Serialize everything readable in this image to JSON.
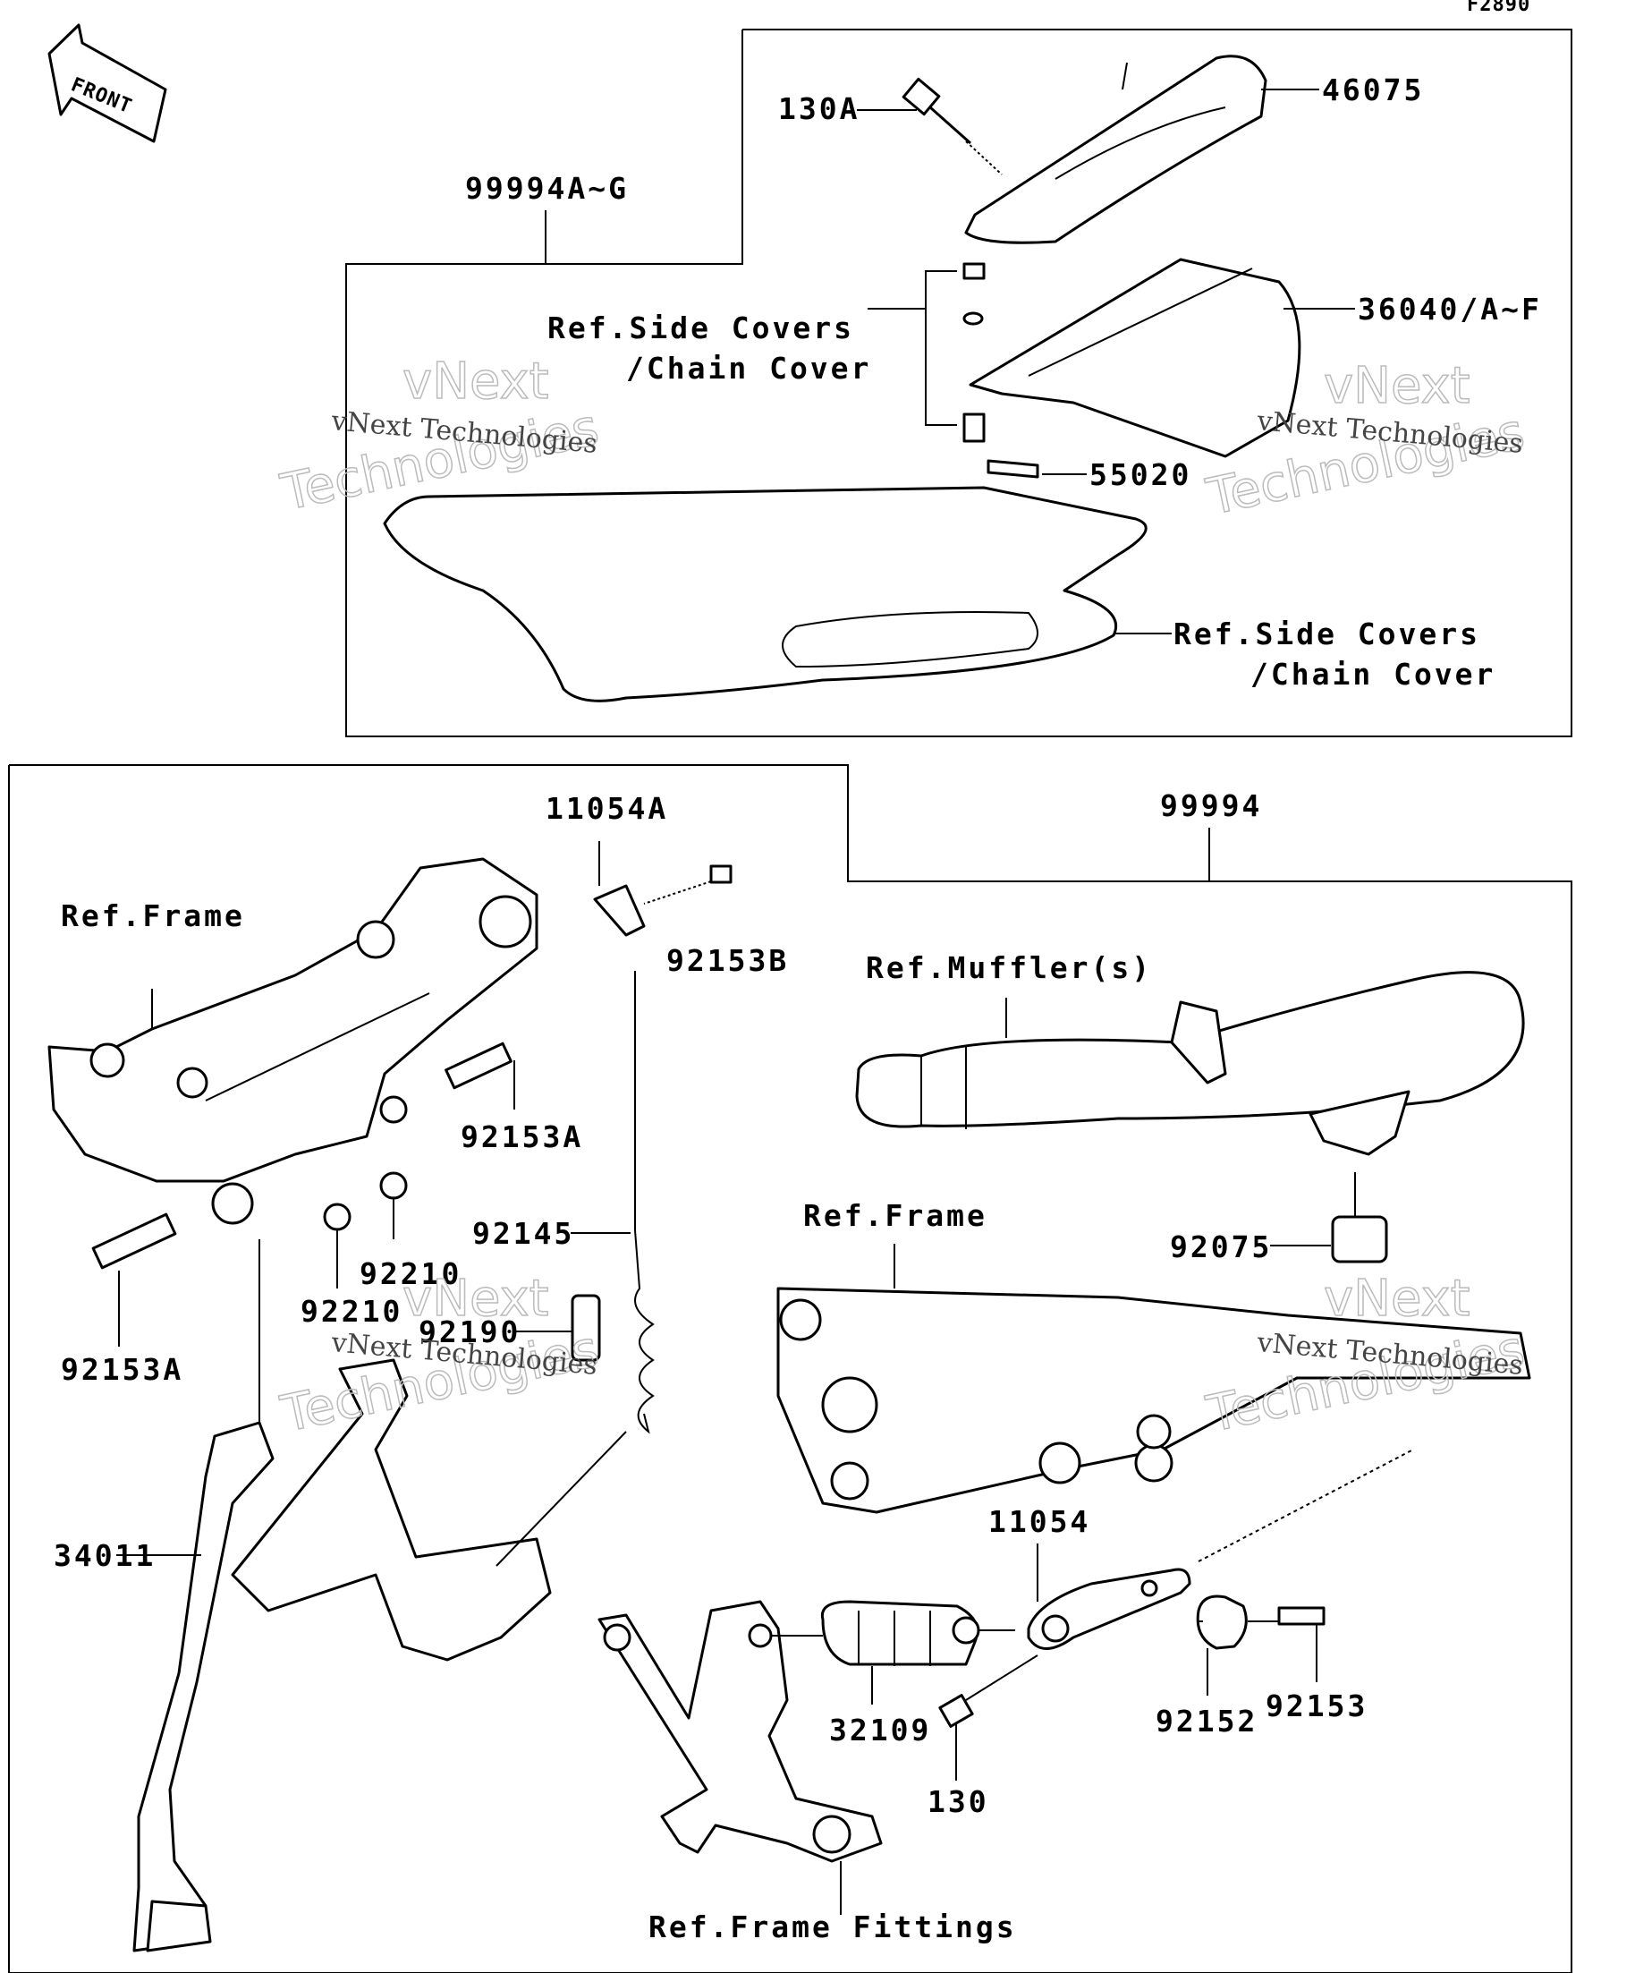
{
  "figure_code": "F2890",
  "front_label": "FRONT",
  "watermark": {
    "line1": "vNext Technologies",
    "line2": "vNext",
    "line3": "Technologies"
  },
  "top_section": {
    "kit_label": "99994A~G",
    "parts": {
      "bolt": "130A",
      "grab_bar": "46075",
      "side_cover": "36040/A~F",
      "label": "55020"
    },
    "ref_side_covers_upper": {
      "line1": "Ref.Side Covers",
      "line2": "/Chain Cover"
    },
    "ref_side_covers_lower": {
      "line1": "Ref.Side Covers",
      "line2": "/Chain Cover"
    }
  },
  "bottom_section": {
    "kit_label": "99994",
    "parts": {
      "bracket_a": "11054A",
      "bolt_b": "92153B",
      "bolt_a_upper": "92153A",
      "bolt_a_lower": "92153A",
      "nut_1": "92210",
      "nut_2": "92210",
      "spring": "92145",
      "collar": "92190",
      "stand": "34011",
      "damper": "92075",
      "bracket": "11054",
      "footpeg": "32109",
      "bolt": "130",
      "bushing": "92152",
      "bolt_c": "92153"
    },
    "refs": {
      "frame_left": "Ref.Frame",
      "muffler": "Ref.Muffler(s)",
      "frame_right": "Ref.Frame",
      "frame_fittings": "Ref.Frame Fittings"
    }
  }
}
